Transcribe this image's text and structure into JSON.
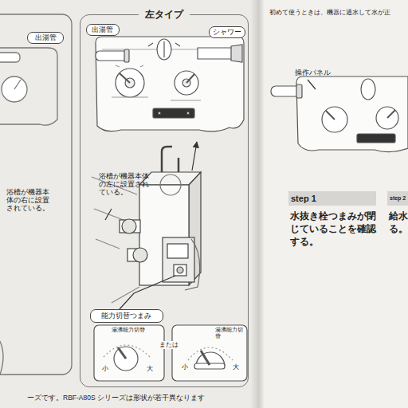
{
  "diagram": {
    "nodes": [
      {
        "text": [
          "左タイプ"
        ]
      },
      {
        "text": [
          "出湯管"
        ],
        "in": 0
      },
      {
        "text": [
          "シャワー"
        ],
        "in": 0
      },
      {
        "text": [
          "能力切替つまみ"
        ],
        "in": 0
      },
      {
        "text": [
          "出湯管"
        ]
      },
      {
        "text": [
          "step 1",
          "水抜き栓つまみが閉じていることを確認する。"
        ]
      },
      {
        "text": [
          "step 2",
          "給水 る。"
        ]
      }
    ],
    "labels": [
      "浴槽が機器本体の左に設置されている。",
      "浴槽が機器本体の右に設置されている。",
      "湯沸能力切替",
      "小",
      "大",
      "または",
      "湯沸能力切替",
      "小",
      "大",
      "ーズです。RBF-A80S シリーズは形状が若干異なります",
      "初めて使うときは、機器に通水して水が正",
      "操作パネル"
    ]
  }
}
